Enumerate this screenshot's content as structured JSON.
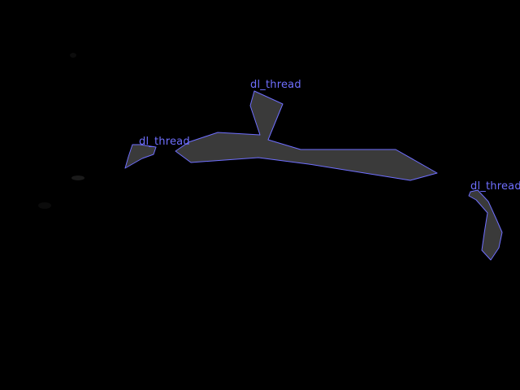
{
  "image": {
    "background_color": "#000000",
    "annotation_color": "#6f6fff",
    "mask_fill_color": "#3a3a3a",
    "annotations": [
      {
        "label": "dl_thread"
      },
      {
        "label": "dl_thread"
      },
      {
        "label": "dl_thread"
      }
    ]
  }
}
